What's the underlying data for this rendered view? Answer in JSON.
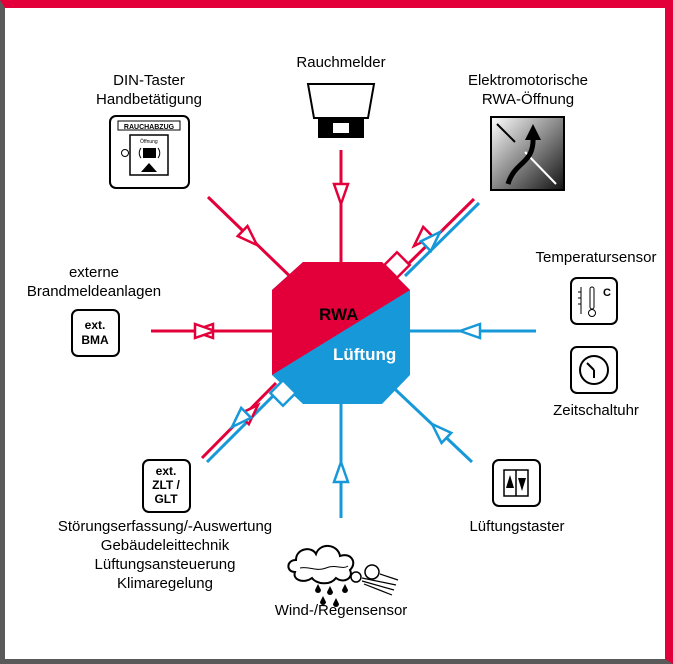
{
  "colors": {
    "red": "#e3003a",
    "blue": "#1798d8",
    "frame_red": "#e3003a",
    "frame_gray": "#5a5a5a"
  },
  "center": {
    "rwa": "RWA",
    "lueftung": "Lüftung"
  },
  "nodes": {
    "rauchmelder": {
      "label": "Rauchmelder",
      "icon": "smoke-detector-icon"
    },
    "din_taster": {
      "label1": "DIN-Taster",
      "label2": "Handbetätigung",
      "panel_title": "RAUCHABZUG",
      "panel_sub": "Öffnung",
      "icon": "manual-call-point-icon"
    },
    "elektro": {
      "label1": "Elektromotorische",
      "label2": "RWA-Öffnung",
      "icon": "motor-opening-icon"
    },
    "brandmelde": {
      "label1": "externe",
      "label2": "Brandmeldeanlagen",
      "box1": "ext.",
      "box2": "BMA"
    },
    "temperatur": {
      "label": "Temperatursensor",
      "unit": "C",
      "icon": "thermometer-icon"
    },
    "zeituhr": {
      "label": "Zeitschaltuhr",
      "icon": "clock-icon"
    },
    "zlt": {
      "box1": "ext.",
      "box2": "ZLT /",
      "box3": "GLT",
      "label1": "Störungserfassung/-Auswertung",
      "label2": "Gebäudeleittechnik",
      "label3": "Lüftungsansteuerung",
      "label4": "Klimaregelung"
    },
    "lueftungstaster": {
      "label": "Lüftungstaster",
      "icon": "ventilation-button-icon"
    },
    "wind_regen": {
      "label": "Wind-/Regensensor",
      "icon": "weather-sensor-icon"
    }
  }
}
